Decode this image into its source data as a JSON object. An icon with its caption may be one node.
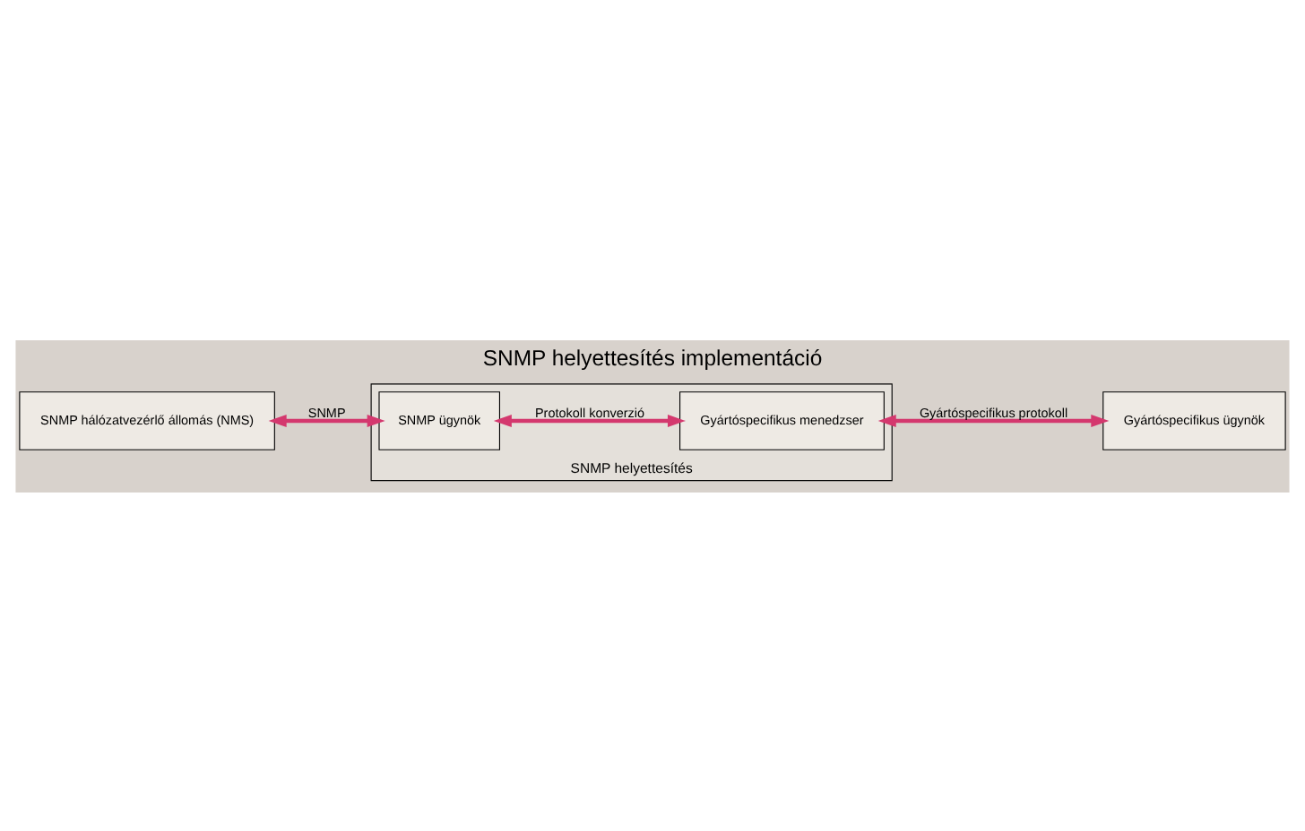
{
  "diagram": {
    "title": "SNMP helyettesítés implementáció",
    "nodes": [
      {
        "text": [
          "SNMP hálózatvezérlő állomás (NMS)"
        ]
      },
      {
        "text": [
          "SNMP helyettesítés"
        ]
      },
      {
        "text": [
          "SNMP ügynök"
        ],
        "in": 1
      },
      {
        "text": [
          "Gyártóspecifikus menedzser"
        ],
        "in": 1
      },
      {
        "text": [
          "Gyártóspecifikus ügynök"
        ]
      }
    ],
    "edges": [
      {
        "from": 0,
        "to": 2,
        "arrow": "both",
        "label": "SNMP"
      },
      {
        "from": 2,
        "to": 3,
        "arrow": "both",
        "label": "Protokoll konverzió"
      },
      {
        "from": 3,
        "to": 4,
        "arrow": "both",
        "label": "Gyártóspecifikus protokoll"
      }
    ]
  }
}
